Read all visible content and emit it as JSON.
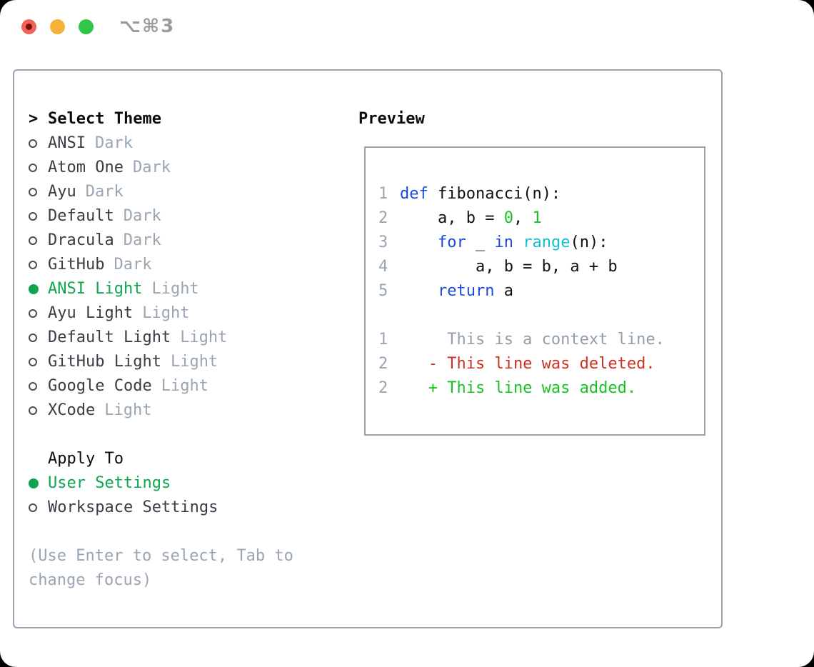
{
  "window": {
    "shortcut_label": "⌥⌘3"
  },
  "colors": {
    "accent_green": "#0da750",
    "keyword_blue": "#1d49dd",
    "builtin_cyan": "#12bfd0",
    "literal_green": "#19c222",
    "deleted_red": "#cc3122",
    "muted_gray": "#9aa5b2",
    "frame_border": "#99a2ad",
    "traffic_red": "#f0635a",
    "traffic_yellow": "#f5b13a",
    "traffic_green": "#2fc745"
  },
  "theme_panel": {
    "prompt": ">",
    "header": "Select Theme",
    "items": [
      {
        "name": "ANSI",
        "variant": "Dark",
        "selected": false
      },
      {
        "name": "Atom One",
        "variant": "Dark",
        "selected": false
      },
      {
        "name": "Ayu",
        "variant": "Dark",
        "selected": false
      },
      {
        "name": "Default",
        "variant": "Dark",
        "selected": false
      },
      {
        "name": "Dracula",
        "variant": "Dark",
        "selected": false
      },
      {
        "name": "GitHub",
        "variant": "Dark",
        "selected": false
      },
      {
        "name": "ANSI Light",
        "variant": "Light",
        "selected": true
      },
      {
        "name": "Ayu Light",
        "variant": "Light",
        "selected": false
      },
      {
        "name": "Default Light",
        "variant": "Light",
        "selected": false
      },
      {
        "name": "GitHub Light",
        "variant": "Light",
        "selected": false
      },
      {
        "name": "Google Code",
        "variant": "Light",
        "selected": false
      },
      {
        "name": "XCode",
        "variant": "Light",
        "selected": false
      }
    ]
  },
  "apply_panel": {
    "header": "Apply To",
    "options": [
      {
        "label": "User Settings",
        "selected": true
      },
      {
        "label": "Workspace Settings",
        "selected": false
      }
    ]
  },
  "hint_lines": [
    "(Use Enter to select, Tab to",
    "change focus)"
  ],
  "preview_panel": {
    "title": "Preview",
    "code_lines": [
      {
        "num": "1",
        "tokens": [
          [
            "def",
            "kw"
          ],
          [
            " fibonacci(n):",
            "plain"
          ]
        ]
      },
      {
        "num": "2",
        "tokens": [
          [
            "    a, b = ",
            "plain"
          ],
          [
            "0",
            "num"
          ],
          [
            ", ",
            "plain"
          ],
          [
            "1",
            "num"
          ]
        ]
      },
      {
        "num": "3",
        "tokens": [
          [
            "    ",
            "plain"
          ],
          [
            "for",
            "kw"
          ],
          [
            " _ ",
            "plain"
          ],
          [
            "in",
            "kw"
          ],
          [
            " ",
            "plain"
          ],
          [
            "range",
            "builtin"
          ],
          [
            "(n):",
            "plain"
          ]
        ]
      },
      {
        "num": "4",
        "tokens": [
          [
            "        a, b = b, a + b",
            "plain"
          ]
        ]
      },
      {
        "num": "5",
        "tokens": [
          [
            "    ",
            "plain"
          ],
          [
            "return",
            "kw"
          ],
          [
            " a",
            "plain"
          ]
        ]
      }
    ],
    "diff_lines": [
      {
        "num": "1",
        "tokens": [
          [
            "     This is a context line.",
            "ctx"
          ]
        ]
      },
      {
        "num": "2",
        "tokens": [
          [
            "   - This line was deleted.",
            "del"
          ]
        ]
      },
      {
        "num": "2",
        "tokens": [
          [
            "   + This line was added.",
            "add"
          ]
        ]
      }
    ]
  }
}
